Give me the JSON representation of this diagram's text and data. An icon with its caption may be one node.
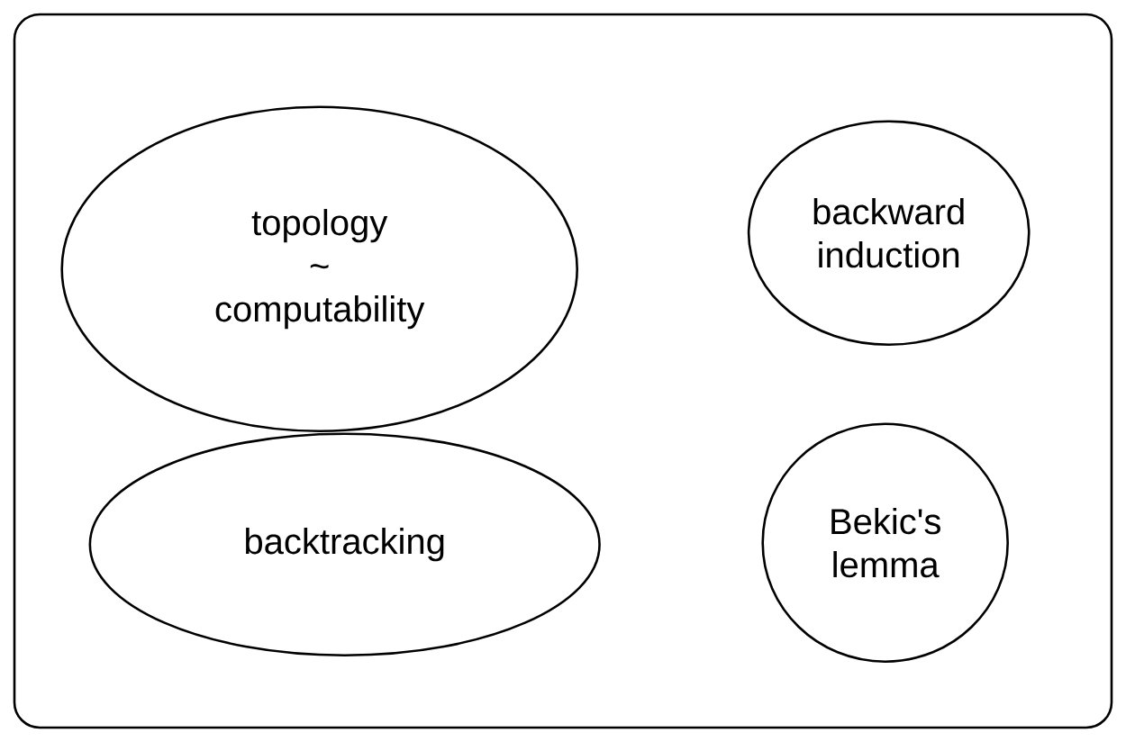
{
  "diagram": {
    "nodes": [
      {
        "text": [],
        "shape": "box"
      },
      {
        "text": [
          "topology ~ computability"
        ],
        "in": 0
      },
      {
        "text": [
          "backward induction"
        ],
        "in": 0
      },
      {
        "text": [
          "backtracking"
        ],
        "in": 0
      },
      {
        "text": [
          "Bekic's lemma"
        ],
        "in": 0
      }
    ]
  }
}
